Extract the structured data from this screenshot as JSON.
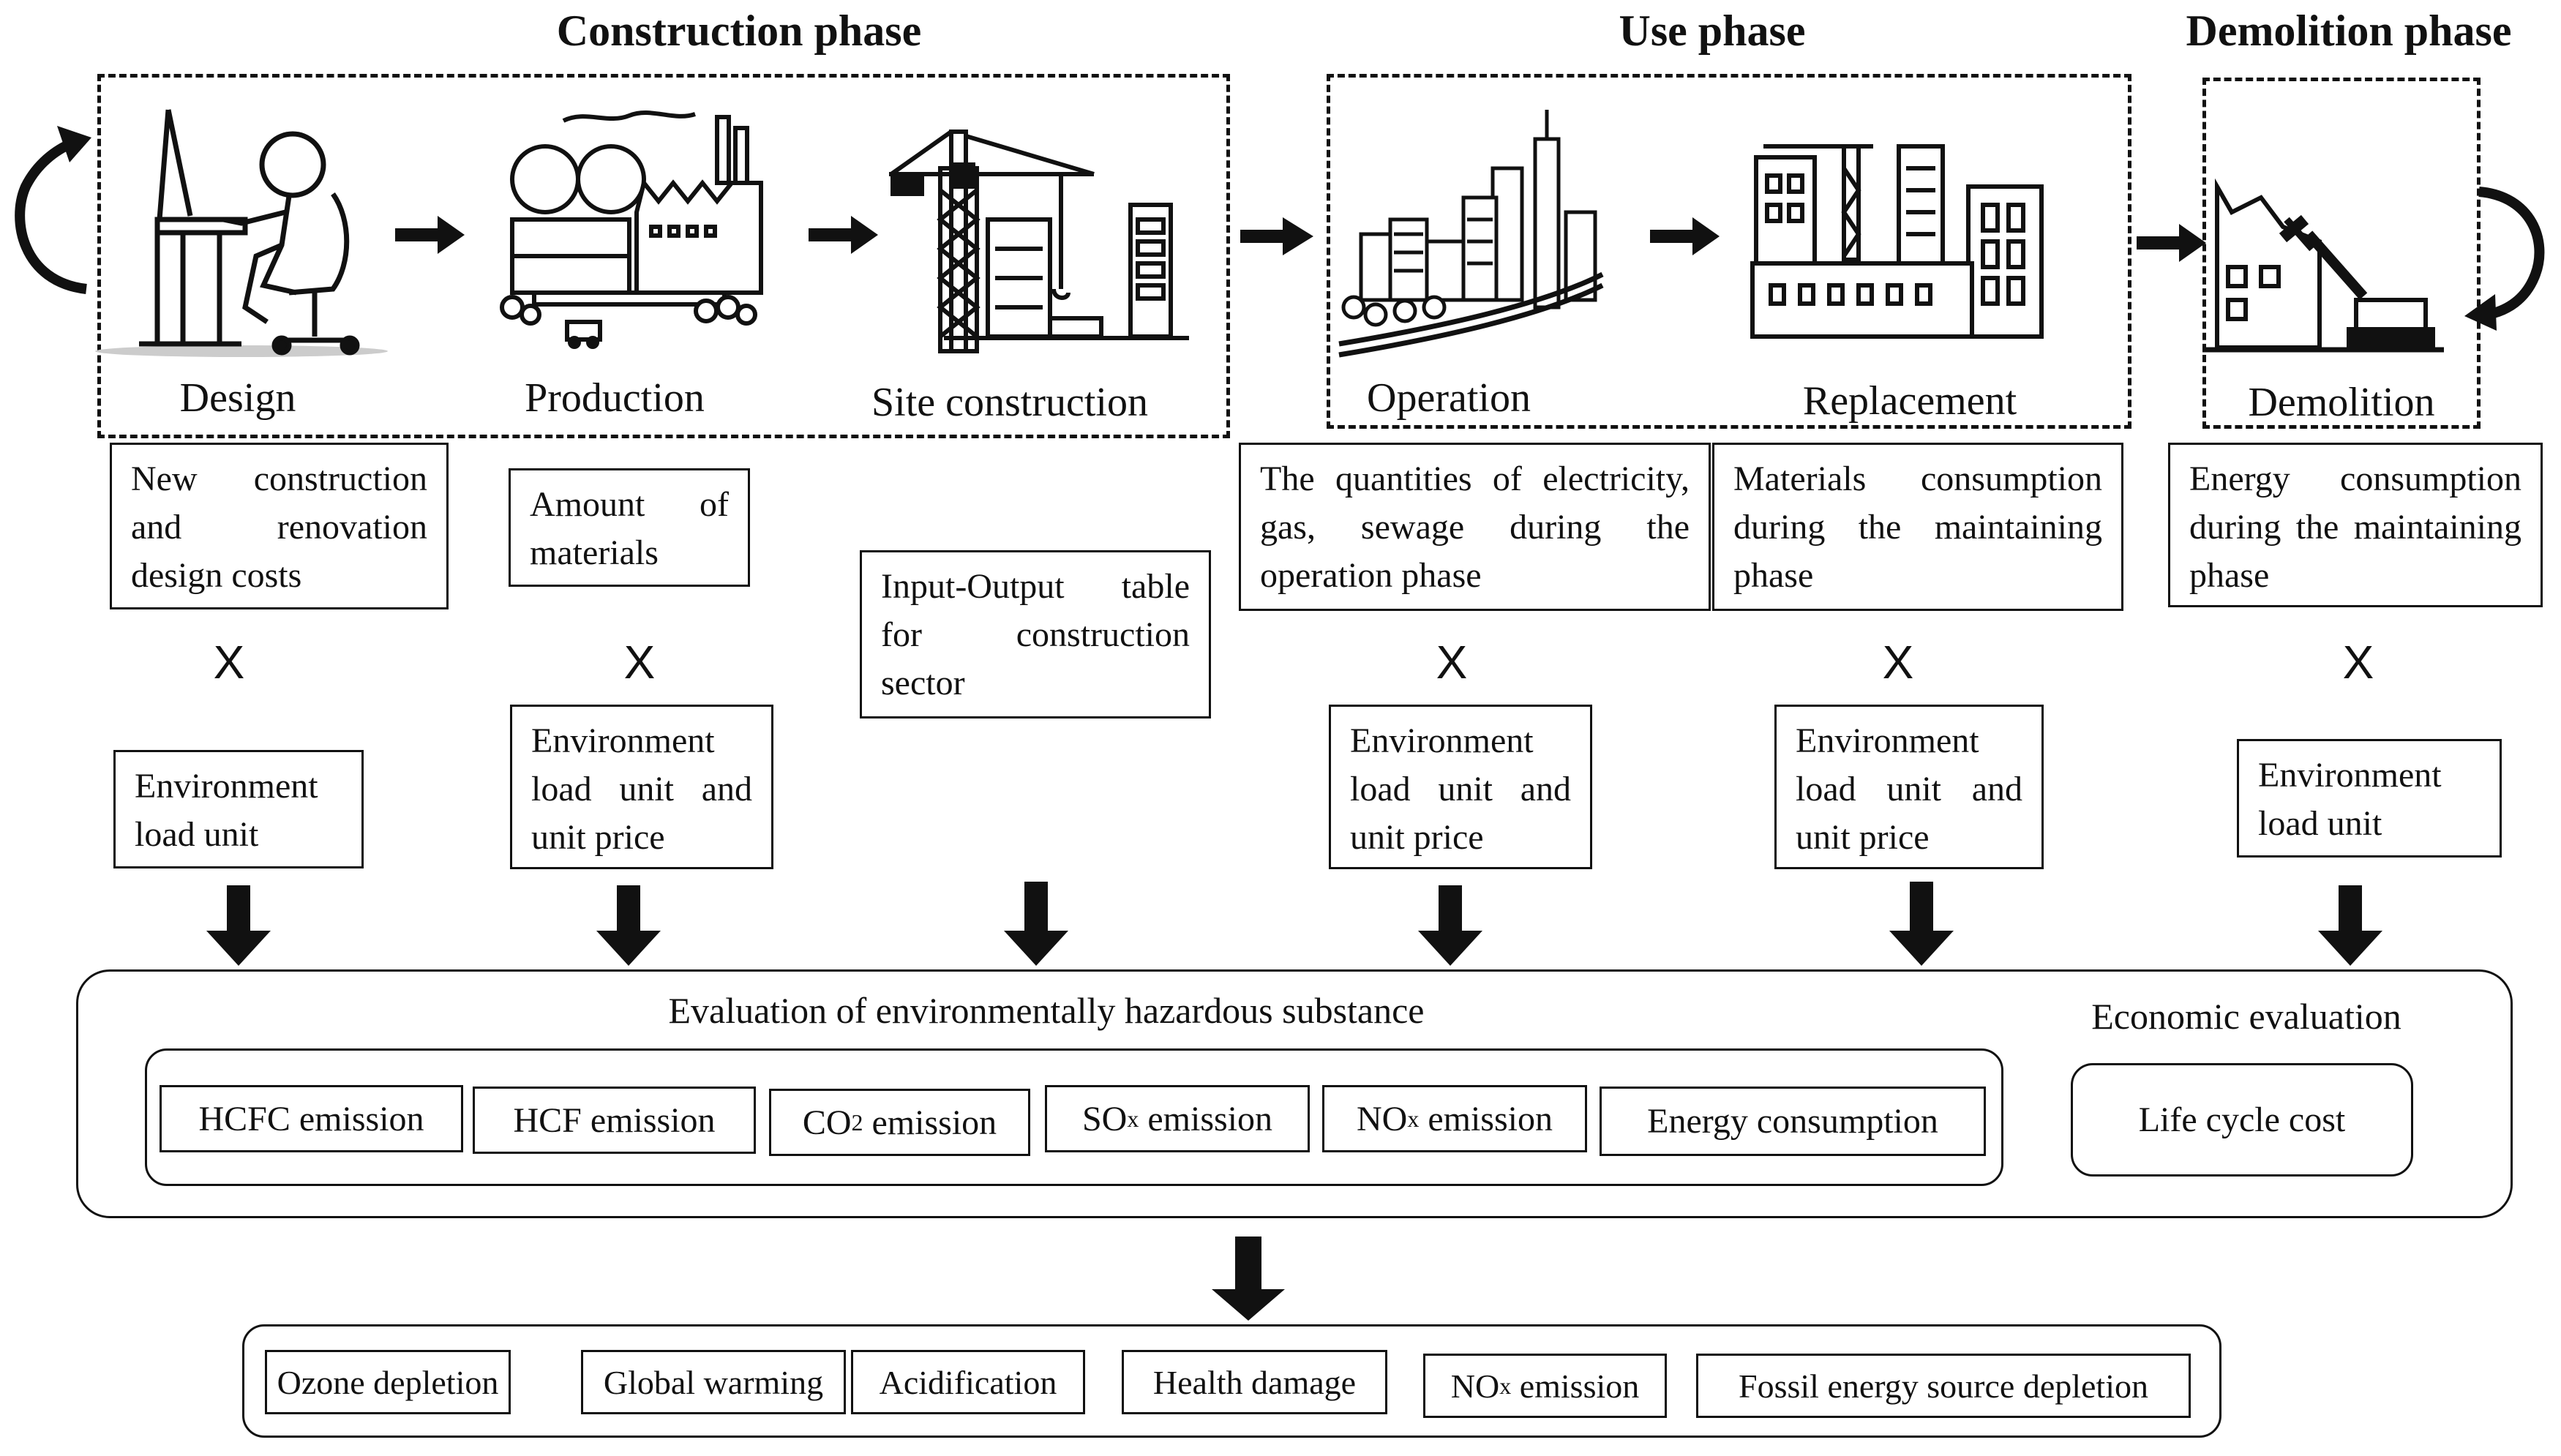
{
  "phases": {
    "construction": "Construction phase",
    "use": "Use phase",
    "demolition": "Demolition phase"
  },
  "stages": {
    "design": "Design",
    "production": "Production",
    "site_construction": "Site construction",
    "operation": "Operation",
    "replacement": "Replacement",
    "demolition": "Demolition"
  },
  "inputs": {
    "design": "New construction and renovation design costs",
    "production": "Amount of materials",
    "site": "Input-Output table for construction sector",
    "operation": "The quantities of electricity, gas, sewage during the operation phase",
    "replacement": "Materials consumption during the maintaining phase",
    "demolition": "Energy consumption during the maintaining phase"
  },
  "multiply_symbol": "X",
  "factors": {
    "design": "Environment load unit",
    "production": "Environment load unit and unit price",
    "operation": "Environment load unit and unit price",
    "replacement": "Environment load unit and unit price",
    "demolition": "Environment load unit"
  },
  "evaluation": {
    "hazard_title": "Evaluation of environmentally hazardous substance",
    "economic_title": "Economic evaluation",
    "life_cycle_cost": "Life cycle cost",
    "emissions": [
      {
        "main": "HCFC emission",
        "sub": "",
        "rest": ""
      },
      {
        "main": "HCF emission",
        "sub": "",
        "rest": ""
      },
      {
        "main": "CO",
        "sub": "2",
        "rest": " emission"
      },
      {
        "main": "SO",
        "sub": "x",
        "rest": " emission"
      },
      {
        "main": "NO",
        "sub": "x",
        "rest": " emission"
      },
      {
        "main": "Energy consumption",
        "sub": "",
        "rest": ""
      }
    ]
  },
  "impacts": [
    {
      "main": "Ozone depletion",
      "sub": "",
      "rest": ""
    },
    {
      "main": "Global warming",
      "sub": "",
      "rest": ""
    },
    {
      "main": "Acidification",
      "sub": "",
      "rest": ""
    },
    {
      "main": "Health damage",
      "sub": "",
      "rest": ""
    },
    {
      "main": "NO",
      "sub": "x",
      "rest": " emission"
    },
    {
      "main": "Fossil energy source depletion",
      "sub": "",
      "rest": ""
    }
  ],
  "icons": {
    "design": "person-at-desk-icon",
    "production": "factory-icon",
    "site": "tower-crane-icon",
    "operation": "city-skyline-icon",
    "replacement": "building-repair-icon",
    "demolition": "excavator-demolition-icon",
    "cycle_left": "cycle-arrow-icon",
    "cycle_right": "cycle-arrow-icon"
  },
  "colors": {
    "line": "#111111",
    "background": "#ffffff"
  }
}
